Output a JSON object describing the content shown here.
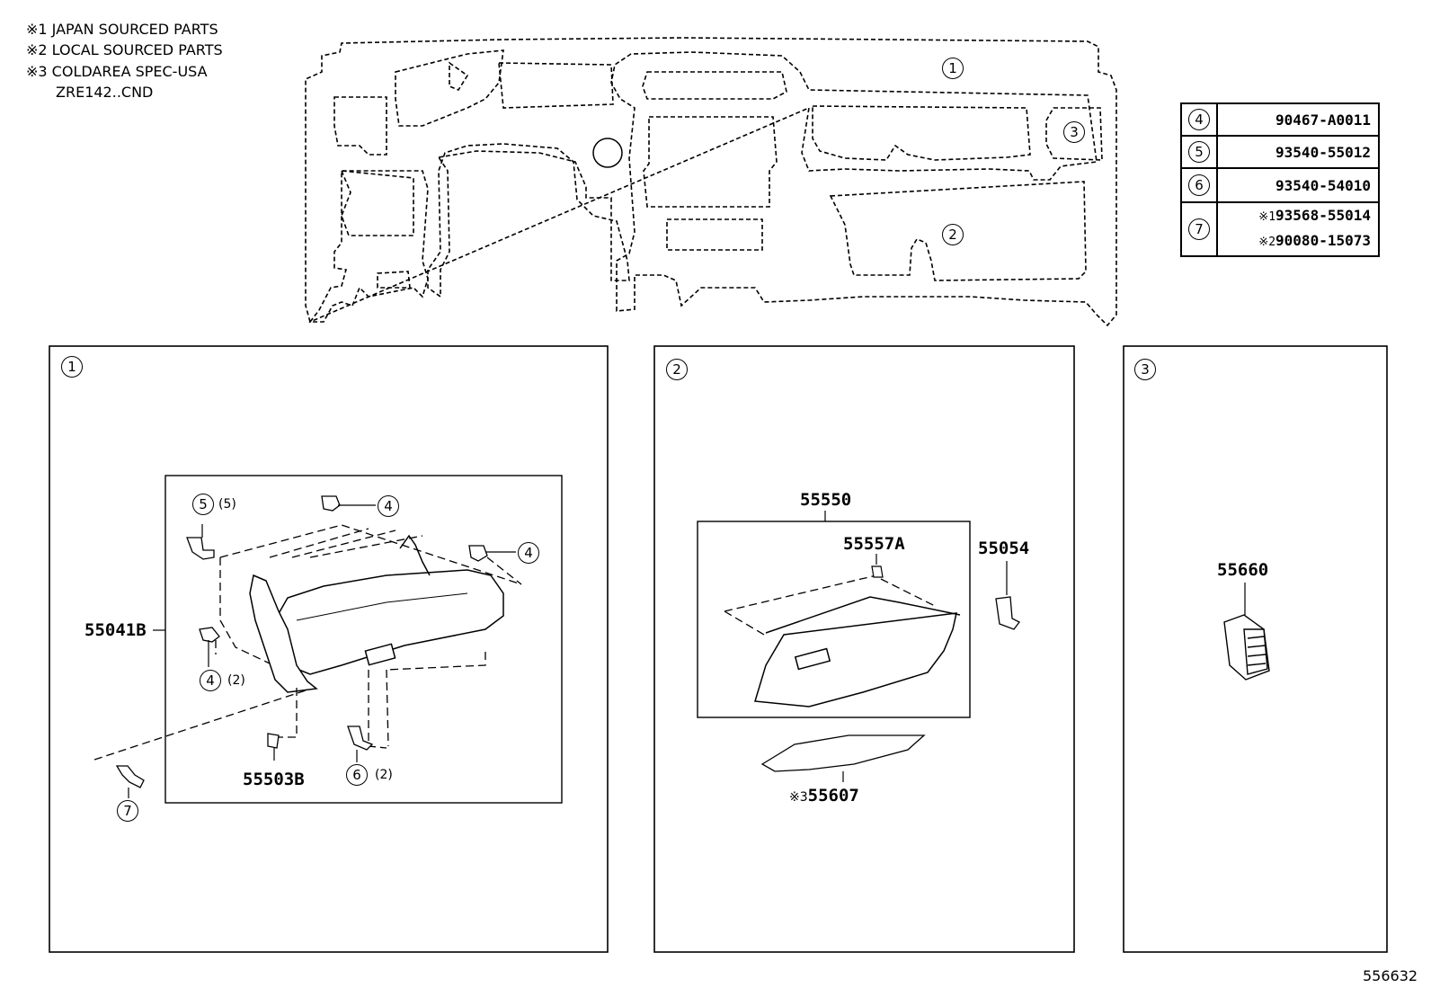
{
  "notes": [
    "※1 JAPAN SOURCED PARTS",
    "※2 LOCAL SOURCED PARTS",
    "※3 COLDAREA SPEC-USA",
    "ZRE142..CND"
  ],
  "parts_table": [
    {
      "key": "4",
      "values": [
        "90467-A0011"
      ]
    },
    {
      "key": "5",
      "values": [
        "93540-55012"
      ]
    },
    {
      "key": "6",
      "values": [
        "93540-54010"
      ]
    },
    {
      "key": "7",
      "values": [
        "93568-55014",
        "90080-15073"
      ],
      "marks": [
        "※1",
        "※2"
      ]
    }
  ],
  "overview": {
    "callouts": [
      "1",
      "2",
      "3"
    ]
  },
  "panel1": {
    "number": "1",
    "part_main": "55041B",
    "part_clip": "55503B",
    "callout5": "5",
    "qty5": "(5)",
    "callout4a": "4",
    "callout4b": "4",
    "callout4c": "4",
    "qty4c": "(2)",
    "callout6": "6",
    "qty6": "(2)",
    "callout7": "7"
  },
  "panel2": {
    "number": "2",
    "part_box": "55550",
    "part_damper": "55557A",
    "part_lock": "55054",
    "part_duct": "55607",
    "duct_mark": "※3"
  },
  "panel3": {
    "number": "3",
    "part_register": "55660"
  },
  "diagram_id": "556632"
}
